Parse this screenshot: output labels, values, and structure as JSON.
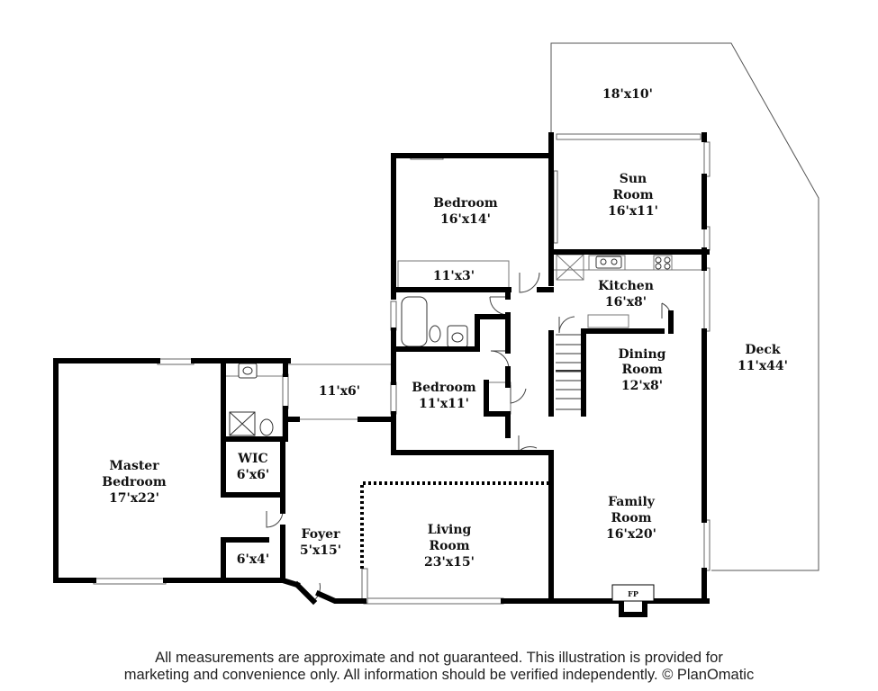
{
  "rooms": [
    {
      "id": "deck-upper",
      "name": "",
      "dims": "18'x10'"
    },
    {
      "id": "sun-room",
      "name": "Sun Room",
      "name_lines": [
        "Sun",
        "Room"
      ],
      "dims": "16'x11'"
    },
    {
      "id": "bedroom-1",
      "name": "Bedroom",
      "dims": "16'x14'"
    },
    {
      "id": "closet-1",
      "name": "",
      "dims": "11'x3'"
    },
    {
      "id": "kitchen",
      "name": "Kitchen",
      "dims": "16'x8'"
    },
    {
      "id": "dining-room",
      "name": "Dining Room",
      "name_lines": [
        "Dining",
        "Room"
      ],
      "dims": "12'x8'"
    },
    {
      "id": "deck",
      "name": "Deck",
      "dims": "11'x44'"
    },
    {
      "id": "porch",
      "name": "",
      "dims": "11'x6'"
    },
    {
      "id": "bedroom-2",
      "name": "Bedroom",
      "dims": "11'x11'"
    },
    {
      "id": "master-bedroom",
      "name": "Master Bedroom",
      "name_lines": [
        "Master",
        "Bedroom"
      ],
      "dims": "17'x22'"
    },
    {
      "id": "wic",
      "name": "WIC",
      "dims": "6'x6'"
    },
    {
      "id": "closet-2",
      "name": "",
      "dims": "6'x4'"
    },
    {
      "id": "foyer",
      "name": "Foyer",
      "dims": "5'x15'"
    },
    {
      "id": "living-room",
      "name": "Living Room",
      "name_lines": [
        "Living",
        "Room"
      ],
      "dims": "23'x15'"
    },
    {
      "id": "family-room",
      "name": "Family Room",
      "name_lines": [
        "Family",
        "Room"
      ],
      "dims": "16'x20'"
    }
  ],
  "fireplace_label": "FP",
  "footer": {
    "line1": "All measurements are approximate and not guaranteed. This illustration is provided for",
    "line2": "marketing and convenience only. All information should be verified independently. © PlanOmatic"
  }
}
